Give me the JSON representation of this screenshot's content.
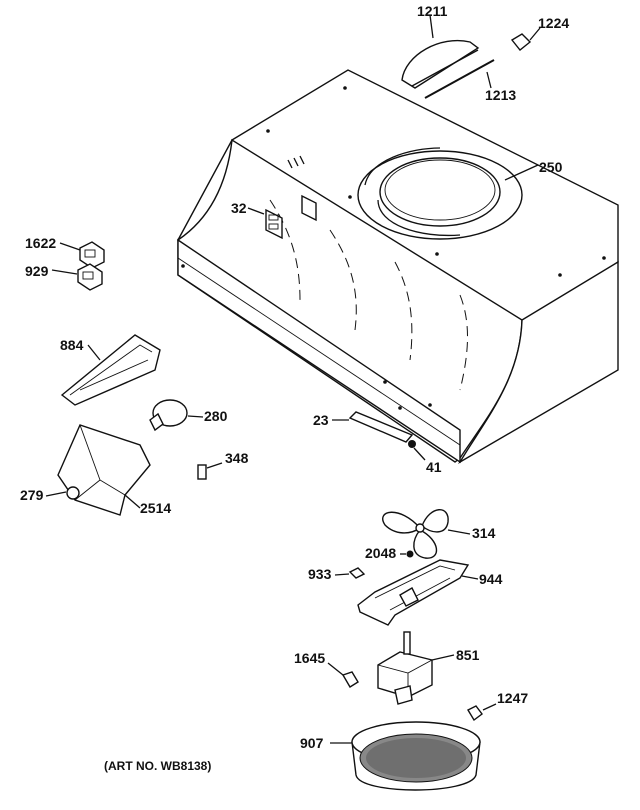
{
  "labels": {
    "p1211": "1211",
    "p1224": "1224",
    "p1213": "1213",
    "p250": "250",
    "p32": "32",
    "p1622": "1622",
    "p929": "929",
    "p884": "884",
    "p280": "280",
    "p23": "23",
    "p41": "41",
    "p348": "348",
    "p279": "279",
    "p2514": "2514",
    "p314": "314",
    "p2048": "2048",
    "p933": "933",
    "p944": "944",
    "p1645": "1645",
    "p851": "851",
    "p1247": "1247",
    "p907": "907"
  },
  "art_number": "(ART NO. WB8138)"
}
